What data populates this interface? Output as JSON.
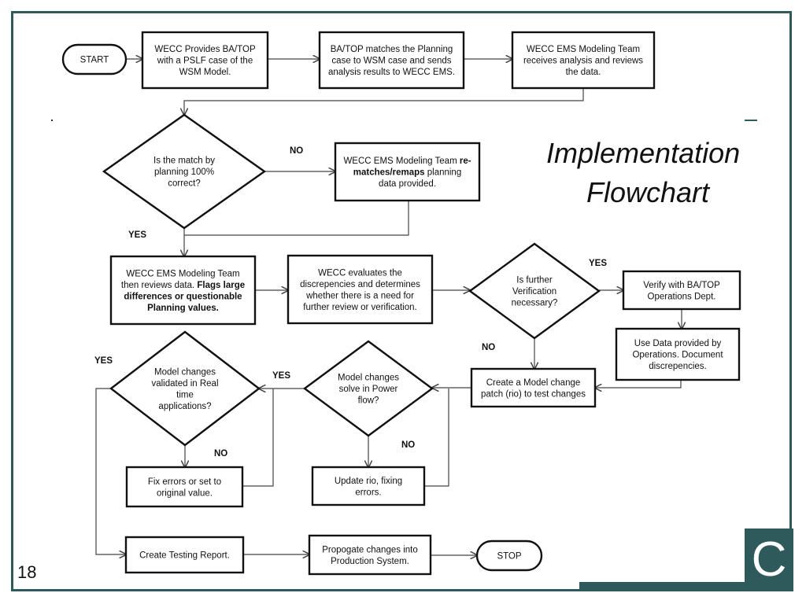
{
  "title": {
    "line1": "Implementation",
    "line2": "Flowchart"
  },
  "slide_number": "18",
  "logo": {
    "letter": "C",
    "color": "#2e5a5b"
  },
  "branch_labels": {
    "no_match": "NO",
    "yes_match": "YES",
    "yes_verification": "YES",
    "no_verification": "NO",
    "yes_power_flow": "YES",
    "no_power_flow": "NO",
    "yes_realtime": "YES",
    "no_realtime": "NO"
  },
  "nodes": {
    "start": [
      "START"
    ],
    "wecc_provides": [
      [
        "WECC Provides BA/TOP"
      ],
      [
        "with a PSLF case of the"
      ],
      [
        "WSM Model."
      ]
    ],
    "ba_top_matches": [
      [
        "BA/TOP matches the Planning"
      ],
      [
        "case to WSM case and sends"
      ],
      [
        "analysis results to WECC EMS."
      ]
    ],
    "ems_receives": [
      [
        "WECC EMS Modeling Team"
      ],
      [
        "receives analysis and reviews"
      ],
      [
        "the data."
      ]
    ],
    "match_decision": [
      [
        "Is the match by"
      ],
      [
        "planning 100%"
      ],
      [
        "correct?"
      ]
    ],
    "rematches": [
      [
        "WECC EMS Modeling Team ",
        "re-"
      ],
      [
        "matches/remaps",
        " planning"
      ],
      [
        "data provided."
      ]
    ],
    "ems_reviews": [
      [
        "WECC EMS Modeling Team"
      ],
      [
        "then reviews data. ",
        "Flags large"
      ],
      [
        "differences or questionable"
      ],
      [
        "Planning values."
      ]
    ],
    "wecc_evaluates": [
      [
        "WECC evaluates the"
      ],
      [
        "discrepencies and determines"
      ],
      [
        "whether there is a need for"
      ],
      [
        "further review or verification."
      ]
    ],
    "verification_decision": [
      [
        "Is further"
      ],
      [
        "Verification"
      ],
      [
        "necessary?"
      ]
    ],
    "verify_ba_top": [
      [
        "Verify with BA/TOP"
      ],
      [
        "Operations Dept."
      ]
    ],
    "use_data": [
      [
        "Use Data provided by"
      ],
      [
        "Operations. Document"
      ],
      [
        "discrepencies."
      ]
    ],
    "create_patch": [
      [
        "Create a Model change"
      ],
      [
        "patch (rio) to test changes"
      ]
    ],
    "power_flow_decision": [
      [
        "Model changes"
      ],
      [
        "solve in Power"
      ],
      [
        "flow?"
      ]
    ],
    "update_rio": [
      [
        "Update rio, fixing"
      ],
      [
        "errors."
      ]
    ],
    "realtime_decision": [
      [
        "Model changes"
      ],
      [
        "validated in Real"
      ],
      [
        "time"
      ],
      [
        "applications?"
      ]
    ],
    "fix_errors": [
      [
        "Fix errors or set to"
      ],
      [
        "original value."
      ]
    ],
    "testing_report": [
      [
        "Create Testing Report."
      ]
    ],
    "propogate": [
      [
        "Propogate changes into"
      ],
      [
        "Production System."
      ]
    ],
    "stop": [
      "STOP"
    ]
  }
}
